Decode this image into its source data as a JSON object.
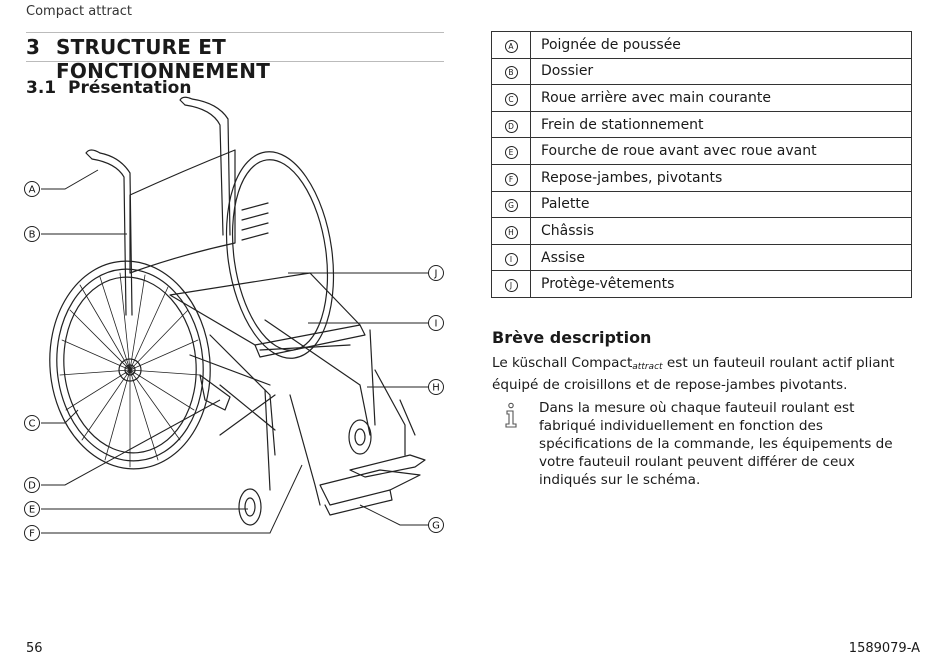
{
  "header": {
    "title": "Compact attract"
  },
  "chapter": {
    "number": "3",
    "title": "STRUCTURE ET FONCTIONNEMENT"
  },
  "section": {
    "number": "3.1",
    "title": "Présentation"
  },
  "callouts": [
    "A",
    "B",
    "C",
    "D",
    "E",
    "F",
    "G",
    "H",
    "I",
    "J"
  ],
  "legend": [
    {
      "key": "A",
      "label": "Poignée de poussée"
    },
    {
      "key": "B",
      "label": "Dossier"
    },
    {
      "key": "C",
      "label": "Roue arrière avec main courante"
    },
    {
      "key": "D",
      "label": "Frein de stationnement"
    },
    {
      "key": "E",
      "label": "Fourche de roue avant avec roue avant"
    },
    {
      "key": "F",
      "label": "Repose-jambes, pivotants"
    },
    {
      "key": "G",
      "label": "Palette"
    },
    {
      "key": "H",
      "label": "Châssis"
    },
    {
      "key": "I",
      "label": "Assise"
    },
    {
      "key": "J",
      "label": "Protège-vêtements"
    }
  ],
  "description": {
    "heading": "Brève description",
    "text_before": "Le küschall Compact",
    "text_sub": "attract",
    "text_after": " est un fauteuil roulant actif pliant équipé de croisillons et de repose-jambes pivotants.",
    "info_icon": "info-icon",
    "info_text": "Dans la mesure où chaque fauteuil roulant est fabriqué individuellement en fonction des spécifications de la commande, les équipements de votre fauteuil roulant peuvent différer de ceux indiqués sur le schéma."
  },
  "footer": {
    "page_number": "56",
    "doc_number": "1589079-A"
  }
}
